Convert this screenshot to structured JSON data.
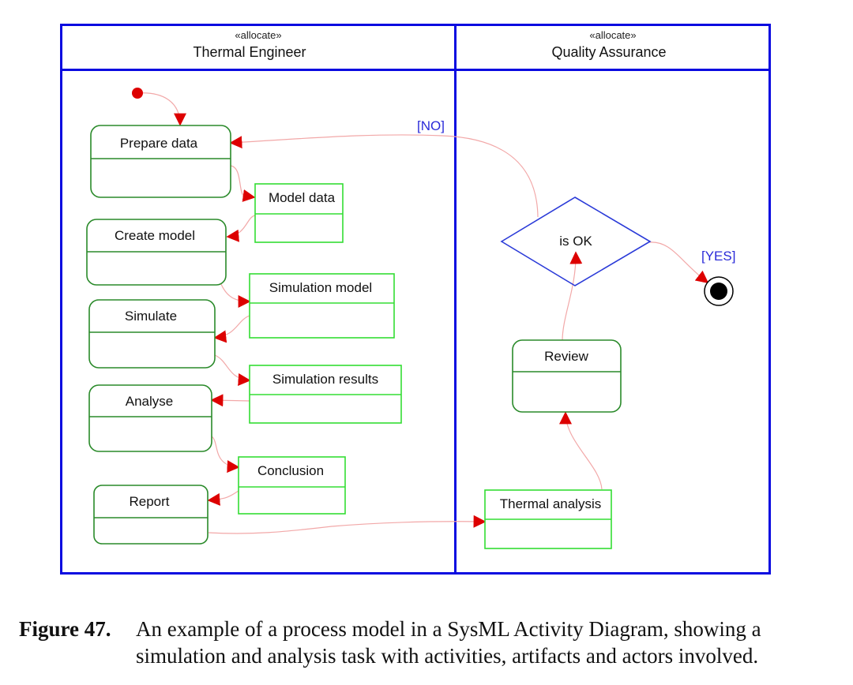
{
  "diagram": {
    "type": "SysML Activity Diagram",
    "colors": {
      "swimlane_border": "#0a0ae0",
      "activity_border": "#2a8a2a",
      "artifact_border": "#33dd33",
      "flow_line": "#f2a8a8",
      "arrowhead": "#dd0000",
      "decision_border": "#2a3ad8",
      "guard_text": "#2a2ad8",
      "initial_node": "#dd0000",
      "final_node": "#000000"
    },
    "swimlanes": [
      {
        "id": "thermal-engineer",
        "stereotype": "«allocate»",
        "title": "Thermal Engineer"
      },
      {
        "id": "quality-assurance",
        "stereotype": "«allocate»",
        "title": "Quality Assurance"
      }
    ],
    "activities": [
      {
        "id": "prepare-data",
        "label": "Prepare data",
        "lane": "thermal-engineer"
      },
      {
        "id": "create-model",
        "label": "Create model",
        "lane": "thermal-engineer"
      },
      {
        "id": "simulate",
        "label": "Simulate",
        "lane": "thermal-engineer"
      },
      {
        "id": "analyse",
        "label": "Analyse",
        "lane": "thermal-engineer"
      },
      {
        "id": "report",
        "label": "Report",
        "lane": "thermal-engineer"
      },
      {
        "id": "review",
        "label": "Review",
        "lane": "quality-assurance"
      }
    ],
    "artifacts": [
      {
        "id": "model-data",
        "label": "Model data",
        "lane": "thermal-engineer"
      },
      {
        "id": "simulation-model",
        "label": "Simulation model",
        "lane": "thermal-engineer"
      },
      {
        "id": "simulation-results",
        "label": "Simulation results",
        "lane": "thermal-engineer"
      },
      {
        "id": "conclusion",
        "label": "Conclusion",
        "lane": "thermal-engineer"
      },
      {
        "id": "thermal-analysis",
        "label": "Thermal analysis",
        "lane": "quality-assurance"
      }
    ],
    "decision": {
      "id": "is-ok",
      "label": "is OK"
    },
    "guards": {
      "no": "[NO]",
      "yes": "[YES]"
    },
    "flows": [
      {
        "from": "initial",
        "to": "prepare-data"
      },
      {
        "from": "prepare-data",
        "to": "model-data"
      },
      {
        "from": "model-data",
        "to": "create-model"
      },
      {
        "from": "create-model",
        "to": "simulation-model"
      },
      {
        "from": "simulation-model",
        "to": "simulate"
      },
      {
        "from": "simulate",
        "to": "simulation-results"
      },
      {
        "from": "simulation-results",
        "to": "analyse"
      },
      {
        "from": "analyse",
        "to": "conclusion"
      },
      {
        "from": "conclusion",
        "to": "report"
      },
      {
        "from": "report",
        "to": "thermal-analysis"
      },
      {
        "from": "thermal-analysis",
        "to": "review"
      },
      {
        "from": "review",
        "to": "is-ok"
      },
      {
        "from": "is-ok",
        "to": "prepare-data",
        "guard": "[NO]"
      },
      {
        "from": "is-ok",
        "to": "final",
        "guard": "[YES]"
      }
    ]
  },
  "caption": {
    "figure_number": "Figure 47.",
    "line1": "An example of a process model in a SysML Activity Diagram, showing a",
    "line2": "simulation and analysis task with activities, artifacts and actors involved."
  }
}
